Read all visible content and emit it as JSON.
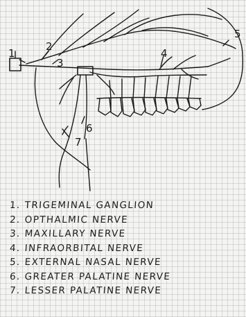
{
  "diagram": {
    "labels": [
      "1",
      "2",
      "3",
      "4",
      "5",
      "6",
      "7"
    ]
  },
  "legend": [
    {
      "number": "1.",
      "text": "TRIGEMINAL GANGLION"
    },
    {
      "number": "2.",
      "text": "OPTHALMIC NERVE"
    },
    {
      "number": "3.",
      "text": "MAXILLARY NERVE"
    },
    {
      "number": "4.",
      "text": "INFRAORBITAL NERVE"
    },
    {
      "number": "5.",
      "text": "EXTERNAL NASAL NERVE"
    },
    {
      "number": "6.",
      "text": "GREATER PALATINE NERVE"
    },
    {
      "number": "7.",
      "text": "LESSER PALATINE NERVE"
    }
  ]
}
